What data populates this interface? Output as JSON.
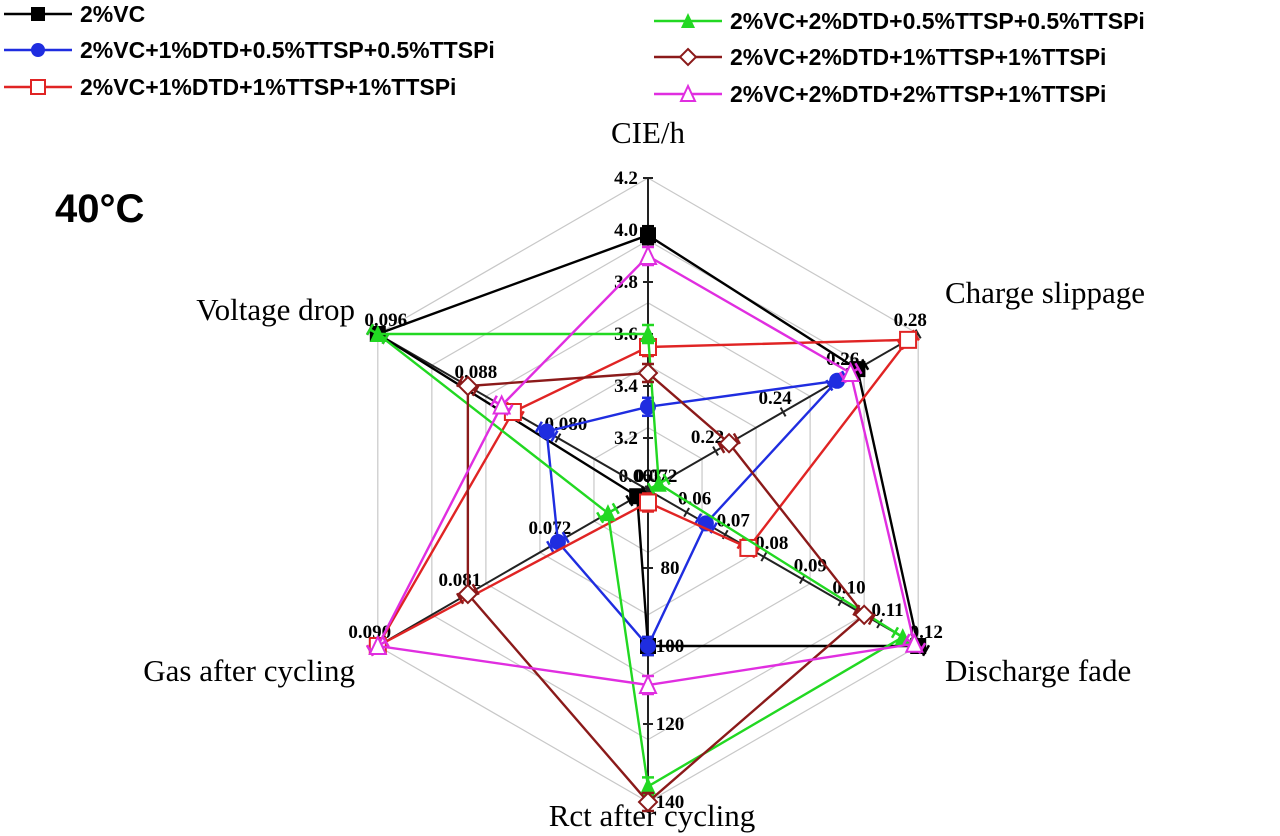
{
  "chart_data": {
    "type": "radar",
    "annotation": "40°C",
    "axes": [
      {
        "label": "CIE/h",
        "min": 3.0,
        "max": 4.2,
        "ticks": [
          "3.2",
          "3.4",
          "3.6",
          "3.8",
          "4.0",
          "4.2"
        ],
        "tick_values": [
          3.2,
          3.4,
          3.6,
          3.8,
          4.0,
          4.2
        ]
      },
      {
        "label": "Charge slippage",
        "min": 0.2,
        "max": 0.28,
        "ticks": [
          "0.22",
          "0.24",
          "0.26",
          "0.28"
        ],
        "tick_values": [
          0.22,
          0.24,
          0.26,
          0.28
        ]
      },
      {
        "label": "Discharge fade",
        "min": 0.05,
        "max": 0.12,
        "ticks": [
          "0.06",
          "0.07",
          "0.08",
          "0.09",
          "0.10",
          "0.11",
          "0.12"
        ],
        "tick_values": [
          0.06,
          0.07,
          0.08,
          0.09,
          0.1,
          0.11,
          0.12
        ]
      },
      {
        "label": "Rct after cycling",
        "min": 60,
        "max": 140,
        "ticks": [
          "80",
          "100",
          "120",
          "140"
        ],
        "tick_values": [
          80,
          100,
          120,
          140
        ]
      },
      {
        "label": "Gas after cycling",
        "min": 0.063,
        "max": 0.09,
        "ticks": [
          "0.063",
          "0.072",
          "0.081",
          "0.090"
        ],
        "tick_values": [
          0.063,
          0.072,
          0.081,
          0.09
        ]
      },
      {
        "label": "Voltage drop",
        "min": 0.072,
        "max": 0.096,
        "ticks": [
          "0.072",
          "0.080",
          "0.088",
          "0.096"
        ],
        "tick_values": [
          0.072,
          0.08,
          0.088,
          0.096
        ]
      }
    ],
    "series": [
      {
        "name": "2%VC",
        "color": "#000000",
        "marker": "square-filled",
        "values": [
          3.98,
          0.262,
          0.12,
          100,
          0.063,
          0.096
        ]
      },
      {
        "name": "2%VC+1%DTD+0.5%TTSP+0.5%TTSPi",
        "color": "#1f2de0",
        "marker": "circle-filled",
        "values": [
          3.32,
          0.256,
          0.065,
          100,
          0.072,
          0.081
        ]
      },
      {
        "name": "2%VC+1%DTD+1%TTSP+1%TTSPi",
        "color": "#e02424",
        "marker": "square-open",
        "values": [
          3.55,
          0.277,
          0.076,
          60,
          0.09,
          0.084
        ]
      },
      {
        "name": "2%VC+2%DTD+0.5%TTSP+0.5%TTSPi",
        "color": "#22d822",
        "marker": "triangle-filled",
        "values": [
          3.6,
          0.2,
          0.116,
          136,
          0.067,
          0.096
        ]
      },
      {
        "name": "2%VC+2%DTD+1%TTSP+1%TTSPi",
        "color": "#8b1a1a",
        "marker": "diamond-open",
        "values": [
          3.45,
          0.224,
          0.106,
          140,
          0.081,
          0.088
        ]
      },
      {
        "name": "2%VC+2%DTD+2%TTSP+1%TTSPi",
        "color": "#e02ee0",
        "marker": "triangle-open",
        "values": [
          3.9,
          0.26,
          0.119,
          110,
          0.09,
          0.085
        ]
      }
    ]
  }
}
